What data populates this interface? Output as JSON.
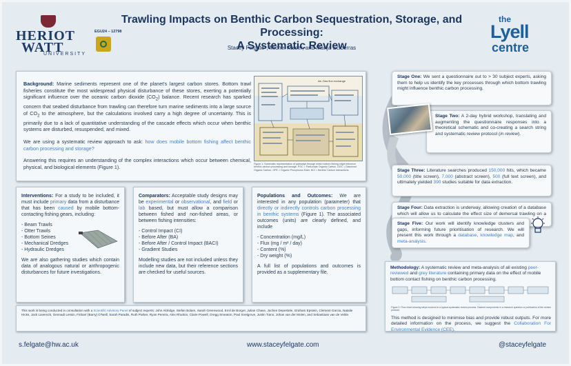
{
  "header": {
    "title_line1": "Trawling Impacts on Benthic Carbon Sequestration, Storage, and Processing:",
    "title_line2": "A Systematic Review",
    "authors": "Stacey Felgate*, Michel Kaiser, and Marija Sciberras",
    "egu_code": "EGU24 – 12798",
    "university_name_1": "HERIOT",
    "university_name_2": "WATT",
    "university_sub": "UNIVERSITY",
    "centre_the": "the",
    "centre_name": "Lyell",
    "centre_sub": "centre"
  },
  "background": {
    "p1_label": "Background:",
    "p1_a": "Marine sediments represent one of the planet's largest carbon stores. Bottom trawl fisheries constitute the most widespread physical disturbance of these stores, exerting a potentially significant influence over the oceanic carbon dioxide (CO",
    "p1_sub": "2",
    "p1_b": ") balance. Recent research has sparked concern that seabed disturbance from trawling can therefore turn marine sediments into a large source of CO",
    "p1_c": " to the atmosphere, but the calculations involved carry a high degree of uncertainty. This is primarily due to a lack of quantitative understanding of the cascade effects which occur when benthic systems are disturbed, resuspended, and mixed.",
    "p2_a": "We are using a systematic review approach to ask: ",
    "p2_q": "how does mobile bottom fishing affect benthic carbon processing and storage?",
    "p3": "Answering this requires an understanding of the complex interactions which occur between chemical, physical, and biological elements (Figure 1).",
    "figure_top_label": "Air–Sea flux exchange",
    "figure_caption": "Figure 1: Schematic representation of pathways through which bottom fishing might influence benthic carbon processing and storage. POC = Particulate Organic Carbon, DOC = Dissolved Organic Carbon, OPE = Organic Phosphorus Ester, BCI = Benthic Carbon Interactions."
  },
  "interventions": {
    "label": "Interventions:",
    "text_a": "For a study to be included, it must include ",
    "text_hl1": "primary",
    "text_b": " data from a disturbance that has been ",
    "text_hl2": "caused",
    "text_c": " by mobile bottom-contacting fishing gears, including:",
    "items": [
      "Beam Trawls",
      "Otter Trawls",
      "Bottom Seines",
      "Mechanical Dredges",
      "Hydraulic Dredges"
    ],
    "footer": "We are also gathering studies which contain data of analogous natural or anthropogenic disturbances for future investigations."
  },
  "comparators": {
    "label": "Comparators:",
    "text_a": "Acceptable study designs may be ",
    "text_hl1": "experimental",
    "text_b": " or ",
    "text_hl2": "observational",
    "text_c": ", and ",
    "text_hl3": "field",
    "text_d": " or ",
    "text_hl4": "lab",
    "text_e": " based, but must allow a comparison between fished and non-fished areas, or between fishing intensities:",
    "items": [
      "Control Impact (CI)",
      "Before After (BA)",
      "Before After / Control Impact (BACI)",
      "Gradient Studies"
    ],
    "footer": "Modelling studies are not included unless they include new data, but their reference sections are checked for useful sources."
  },
  "populations": {
    "label": "Populations and Outcomes:",
    "text_a": "We are interested in any population (parameter) that ",
    "text_hl": "directly or indirectly controls carbon processing in benthic systems",
    "text_b": " (Figure 1). The associated outcomes (units) are clearly defined, and include",
    "items": [
      "Concentration (mg/L)",
      "Flux (mg / m² / day)",
      "Content (%)",
      "Dry weight (%)"
    ],
    "footer": "A full list of populations and outcomes is provided as a supplementary file."
  },
  "consultation": {
    "text_a": "This work is being conducted in consultation with a ",
    "text_hl": "Scientific Advisory Panel",
    "text_b": " of subject experts: John Aldridge, Stefan Bolam, Sarah Greenwood, Emil de Borger, Julian Chave, Jochen Depestele, Graham Epstein, Clement Garcia, Natalie Hicks, Jack Laverock, Gennadi Lessin, Finbarr (Barry) O'Neill, Sarah Paradis, Ruth Parker, Ryan Pereira, Alex Rhutton, Claire Powell, Gregg Smeaton, Paul Snelgrove, Justin Tiano, Johan van der Molen, and Sebastiaan van de Velde."
  },
  "stages": {
    "s1_label": "Stage One:",
    "s1_text": "We sent a questionnaire out to > 30 subject experts, asking them to help us identify the key processes through which bottom trawling might influence benthic carbon processing.",
    "s2_label": "Stage Two:",
    "s2_text_a": "A 2-day hybrid workshop, translating and augmenting the questionnaire responses into a theoretical schematic and co-creating a search string and systematic review protocol (",
    "s2_text_it": "in review",
    "s2_text_b": ").",
    "s3_label": "Stage Three:",
    "s3_a": "Literature searches produced ",
    "s3_n1": "150,000",
    "s3_b": " hits, which became ",
    "s3_n2": "50,000",
    "s3_c": " (title screen), ",
    "s3_n3": "7,000",
    "s3_d": " (abstract screen), ",
    "s3_n4": "500",
    "s3_e": " (full text screen), and ultimately yielded ",
    "s3_n5": "390",
    "s3_f": " studies suitable for data extraction.",
    "s4_label": "Stage Four:",
    "s4_text": "Data extraction is underway, allowing creation of a database which will allow us to calculate the effect size of demersal trawling on a wide range of benthic carbon-relevant parameters.",
    "s5_label": "Stage Five:",
    "s5_a": "Our work will identify knowledge clusters and gaps, informing future prioritisation of research. We will present this work through a ",
    "s5_hl1": "database",
    "s5_b": ", ",
    "s5_hl2": "knowledge map",
    "s5_c": ", and ",
    "s5_hl3": "meta-analysis",
    "s5_d": "."
  },
  "methodology": {
    "label": "Methodology:",
    "text_a": "A systematic review and meta-analysis of all existing ",
    "hl1": "peer-reviewed",
    "text_b": " and ",
    "hl2": "grey literature",
    "text_c": " containing primary data on the effect of mobile bottom contact fishing on benthic carbon processing.",
    "chart_caption": "Figure 2: Flow chart showing steps involved in a typical systematic review process. Dashed components in a research question or publication of the review protocol.",
    "footer_a": "This method is designed to minimise bias and provide robust outputs. For more detailed information on the process, we suggest the ",
    "footer_hl": "Collaboration For Environmental Evidence (CEE)",
    "footer_b": "."
  },
  "footer": {
    "email": "s.felgate@hw.ac.uk",
    "website": "www.staceyfelgate.com",
    "twitter": "@staceyfelgate"
  },
  "colors": {
    "navy": "#1c3561",
    "highlight": "#3d7fd0",
    "poster_bg": "#e4ecf2",
    "heriot_watt_red": "#7b2734",
    "lyell_blue": "#1f5f9a"
  }
}
